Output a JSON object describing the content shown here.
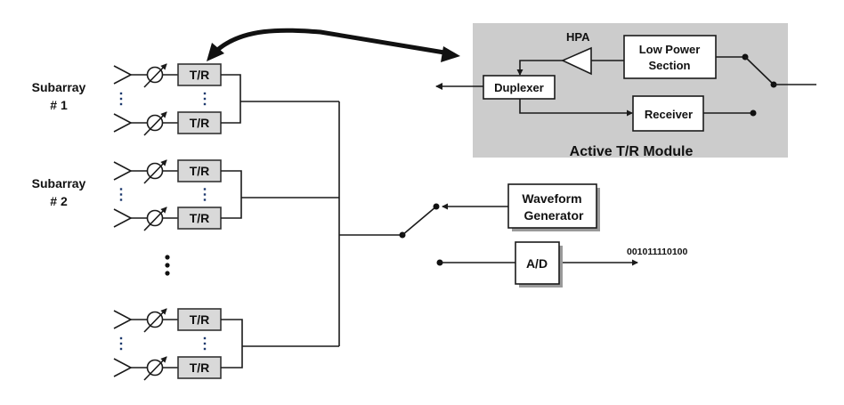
{
  "diagram": {
    "colors": {
      "module_background": "#cccccc",
      "tr_box_fill": "#d9d9d9",
      "bitstream_text": "#1f6fd6",
      "line": "#1a1a1a"
    },
    "subarrays": [
      {
        "label_line1": "Subarray",
        "label_line2": "# 1",
        "element_label": "T/R"
      },
      {
        "label_line1": "Subarray",
        "label_line2": "# 2",
        "element_label": "T/R"
      },
      {
        "label_line1": "",
        "label_line2": "",
        "element_label": "T/R"
      }
    ],
    "tr_module": {
      "title": "Active T/R Module",
      "hpa_label": "HPA",
      "low_power_line1": "Low Power",
      "low_power_line2": "Section",
      "duplexer_label": "Duplexer",
      "receiver_label": "Receiver"
    },
    "waveform_generator": {
      "line1": "Waveform",
      "line2": "Generator"
    },
    "adc_label": "A/D",
    "bitstream": "001011110100",
    "icons": {
      "antenna": "antenna-icon",
      "phase_shifter": "phase-shifter-icon",
      "switch": "switch-icon",
      "amplifier": "amplifier-triangle-icon",
      "ellipsis": "vertical-ellipsis-icon"
    }
  }
}
